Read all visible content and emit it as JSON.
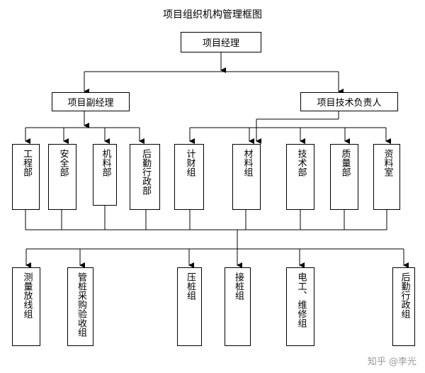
{
  "title": "项目组织机构管理框图",
  "top": "项目经理",
  "deputy": "项目副经理",
  "tech": "项目技术负责人",
  "depts": [
    "工程部",
    "安全部",
    "机料部",
    "后勤行政部",
    "计财组",
    "材料组",
    "技术部",
    "质量部",
    "资料室"
  ],
  "teams": [
    "测量放线组",
    "管桩采购验收组",
    "压桩组",
    "接桩组",
    "电工、维修组",
    "后勤行政组"
  ],
  "watermark": "知乎 @李光"
}
